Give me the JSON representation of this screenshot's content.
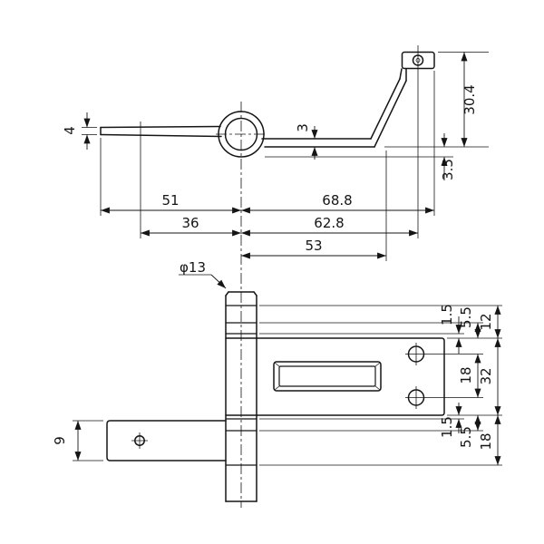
{
  "colors": {
    "line": "#151515",
    "background": "#ffffff"
  },
  "dims": {
    "leaf_thickness": "4",
    "plate_thickness": "3",
    "bracket_height": "30.4",
    "knuckle_clearance": "3.5",
    "span_left": "51",
    "span_right": "68.8",
    "span_left_inner": "36",
    "span_right_inner": "62.8",
    "span_slot": "53",
    "pin_diameter": "φ13",
    "left_plate_height": "9",
    "top_chain": [
      "1.5",
      "5.5",
      "12"
    ],
    "mid_chain": [
      "18",
      "32"
    ],
    "bottom_chain": [
      "1.5",
      "5.5",
      "18"
    ]
  }
}
